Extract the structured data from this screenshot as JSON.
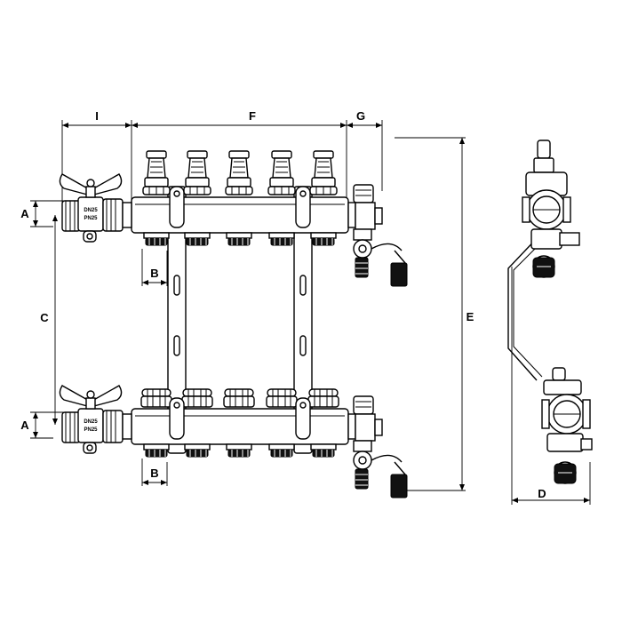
{
  "dimensions": {
    "I": "I",
    "F": "F",
    "G": "G",
    "A_top": "A",
    "A_bottom": "A",
    "B_top": "B",
    "B_bottom": "B",
    "C": "C",
    "E": "E",
    "D": "D"
  },
  "valve_marking": {
    "line1": "DN25",
    "line2": "PN25"
  },
  "outlets_per_bar": 5
}
